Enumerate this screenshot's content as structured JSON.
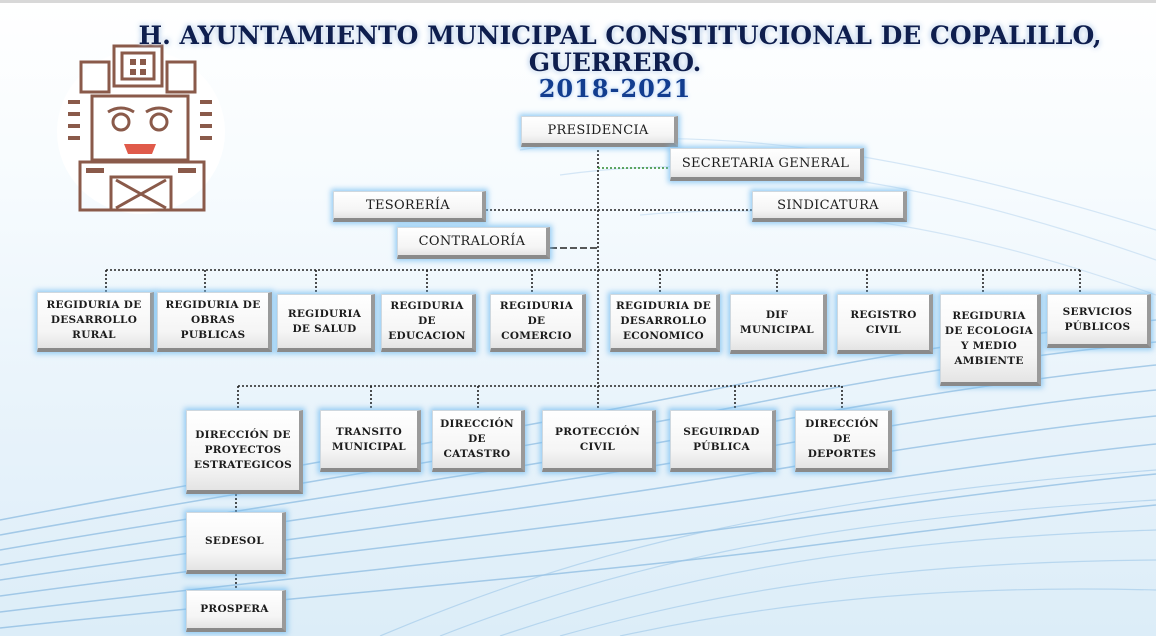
{
  "title": {
    "line1": "H. AYUNTAMIENTO MUNICIPAL CONSTITUCIONAL DE COPALILLO,",
    "line2": "GUERRERO.",
    "years": "2018-2021"
  },
  "top_nodes": {
    "presidencia": "PRESIDENCIA",
    "secretaria": "SECRETARIA GENERAL",
    "tesoreria": "TESORERÍA",
    "sindicatura": "SINDICATURA",
    "contraloria": "CONTRALORÍA"
  },
  "regidurias": [
    "REGIDURIA DE DESARROLLO RURAL",
    "REGIDURIA DE OBRAS PUBLICAS",
    "REGIDURIA DE SALUD",
    "REGIDURIA DE EDUCACION",
    "REGIDURIA DE COMERCIO",
    "REGIDURIA DE DESARROLLO ECONOMICO",
    "DIF MUNICIPAL",
    "REGISTRO CIVIL",
    "REGIDURIA DE ECOLOGIA Y MEDIO AMBIENTE",
    "SERVICIOS PÚBLICOS"
  ],
  "direcciones": [
    "DIRECCIÓN DE PROYECTOS ESTRATEGICOS",
    "TRANSITO MUNICIPAL",
    "DIRECCIÓN DE CATASTRO",
    "PROTECCIÓN CIVIL",
    "SEGUIRDAD PÚBLICA",
    "DIRECCIÓN DE DEPORTES"
  ],
  "sub_nodes": {
    "sedesol": "SEDESOL",
    "prospera": "PROSPERA"
  },
  "colors": {
    "title": "#0e1e4e",
    "years": "#123d8f",
    "node_glow": "#78bef0",
    "background_wave": "#6fa9d8"
  },
  "icons": {
    "logo": "copalillo-glyph-emblem"
  }
}
